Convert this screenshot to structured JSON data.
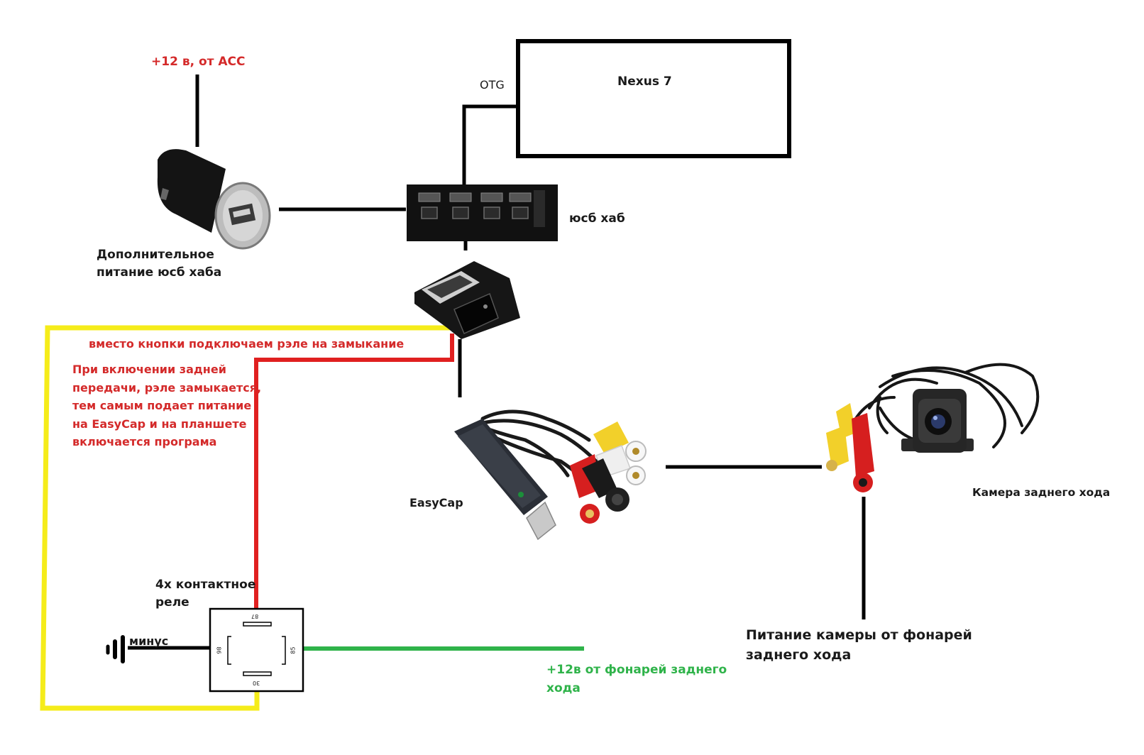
{
  "labels": {
    "acc": "+12 в, от АСС",
    "otg": "OTG",
    "nexus": "Nexus 7",
    "hub": "юсб хаб",
    "extra_power": "Дополнительное\nпитание юсб хаба",
    "relay_note": "вместо кнопки подключаем  рэле на замыкание",
    "relay_explain": "При включении задней\nпередачи, рэле замыкается,\nтем самым подает питание\nна EasyCap и на планшете\nвключается програма",
    "easycap": "EasyCap",
    "camera": "Камера заднего хода",
    "relay": "4х контактное\nреле",
    "minus": "минус",
    "camera_power": "Питание камеры от фонарей\nзаднего хода",
    "reverse_lights": "+12в от фонарей заднего\nхода",
    "pin_87": "87",
    "pin_86": "86",
    "pin_85": "85",
    "pin_30": "30"
  },
  "colors": {
    "wire_black": "#000000",
    "wire_red": "#e02020",
    "wire_yellow": "#f5ec1a",
    "wire_green": "#2fb34a",
    "label_red": "#d42a2a",
    "label_green": "#2fb34a"
  },
  "icons": {
    "car_charger": "usb-car-charger-icon",
    "usb_hub": "usb-hub-icon",
    "usb_switch": "usb-switch-icon",
    "easycap": "easycap-adapter-icon",
    "camera": "rear-camera-icon",
    "ground": "ground-icon"
  }
}
